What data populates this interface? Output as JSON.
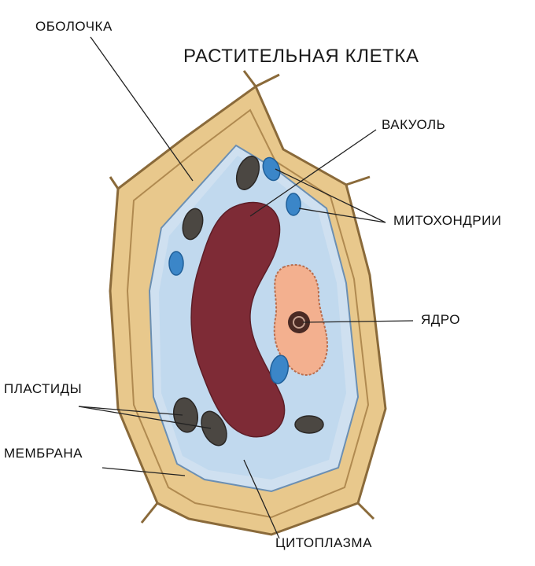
{
  "title": "РАСТИТЕЛЬНАЯ КЛЕТКА",
  "labels": {
    "wall": "ОБОЛОЧКА",
    "vacuole": "ВАКУОЛЬ",
    "mitochondria": "МИТОХОНДРИИ",
    "nucleus": "ЯДРО",
    "plastids": "ПЛАСТИДЫ",
    "membrane": "МЕМБРАНА",
    "cytoplasm": "ЦИТОПЛАЗМА"
  },
  "colors": {
    "wall_fill": "#e8c88c",
    "wall_stroke": "#8a6a3a",
    "cytoplasm": "#cfe0f0",
    "cytoplasm_inner": "#b7d4ec",
    "vacuole": "#7e2b36",
    "nucleus_outer": "#f3b08f",
    "nucleus_core": "#4a2a24",
    "plastid": "#4b4742",
    "mitochondrion": "#3b86c8"
  }
}
